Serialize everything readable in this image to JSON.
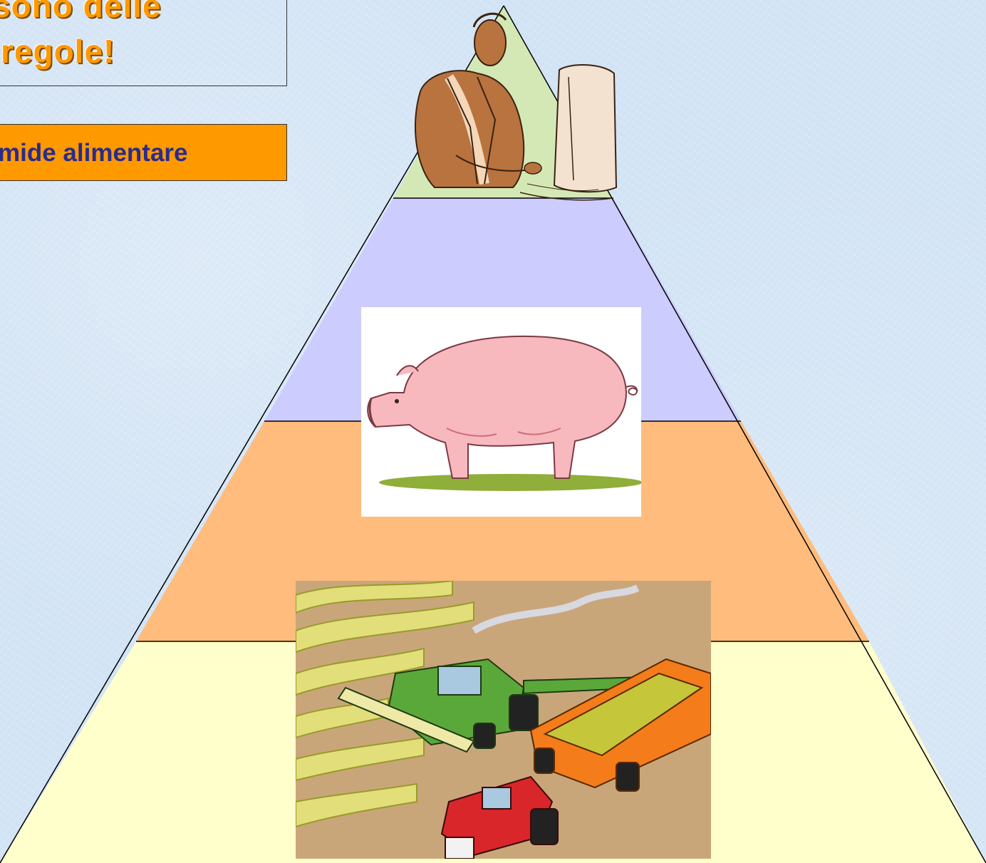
{
  "slide": {
    "title_line1": "sono delle",
    "title_line2": "regole!",
    "label": "mide alimentare"
  },
  "pyramid": {
    "levels": [
      {
        "name": "top",
        "color": "#d4e8b6",
        "image": "man-at-computer-icon"
      },
      {
        "name": "upper-middle",
        "color": "#ccccff",
        "image": "pig-icon"
      },
      {
        "name": "lower-middle",
        "color": "#ffbc7c",
        "image": "none"
      },
      {
        "name": "base",
        "color": "#ffffcc",
        "image": "harvester-tractor-icon"
      }
    ]
  },
  "colors": {
    "title": "#ff9900",
    "label_bg": "#ff9900",
    "label_text": "#2b2b8a",
    "background": "#d3e4f5"
  }
}
